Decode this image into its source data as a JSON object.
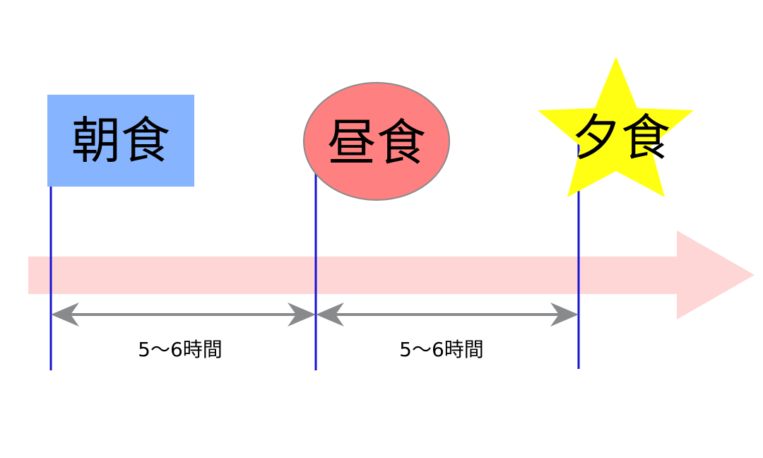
{
  "colors": {
    "background": "#ffffff",
    "timeline_arrow": "#ffd6d6",
    "marker_line": "#1414d2",
    "interval_arrow": "#888a8c",
    "breakfast_box": "#86b4ff",
    "lunch_ellipse": "#ff8080",
    "lunch_ellipse_border": "#8a8a8a",
    "dinner_star": "#ffff14"
  },
  "meals": {
    "breakfast": {
      "label": "朝食",
      "shape": "rectangle"
    },
    "lunch": {
      "label": "昼食",
      "shape": "ellipse"
    },
    "dinner": {
      "label": "夕食",
      "shape": "star"
    }
  },
  "intervals": [
    {
      "label": "5～6時間",
      "from": "breakfast",
      "to": "lunch"
    },
    {
      "label": "5～6時間",
      "from": "lunch",
      "to": "dinner"
    }
  ]
}
